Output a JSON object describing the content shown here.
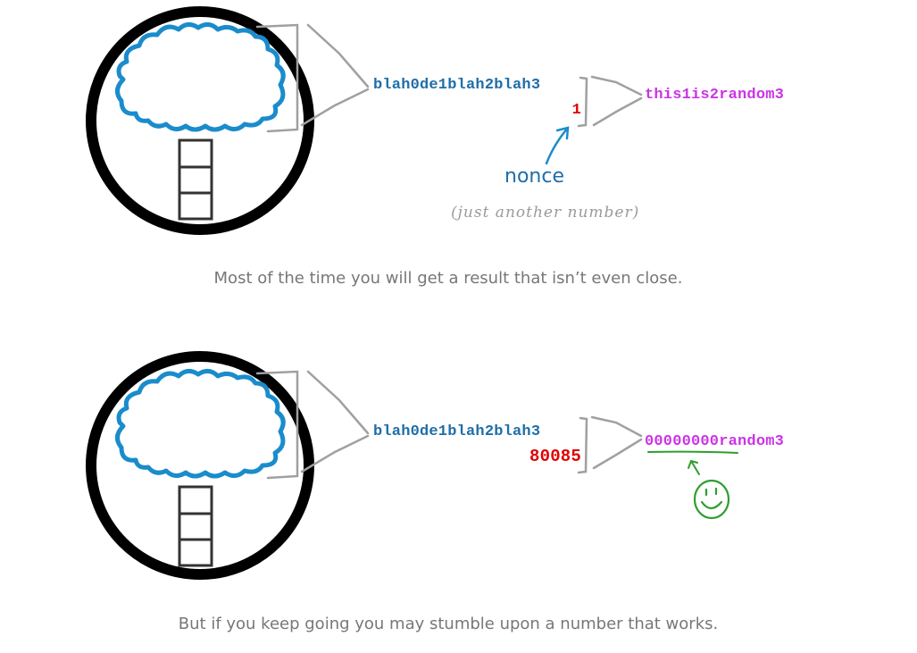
{
  "panels": [
    {
      "input_string": "blah0de1blah2blah3",
      "nonce": "1",
      "hash_output": "this1is2random3",
      "nonce_label": "nonce",
      "nonce_note": "(just another number)",
      "caption": "Most of the time you will get a result that isn’t even close."
    },
    {
      "input_string": "blah0de1blah2blah3",
      "nonce": "80085",
      "hash_output": "00000000random3",
      "success_icon": "smiley-face-icon",
      "caption": "But if you keep going you may stumble upon a number that works."
    }
  ],
  "colors": {
    "input": "#1f6ea8",
    "nonce": "#e00000",
    "output": "#cc33e6",
    "cloud": "#1a8ccc",
    "success": "#2e9e2e",
    "bracket": "#a0a0a0",
    "caption": "#777777"
  }
}
